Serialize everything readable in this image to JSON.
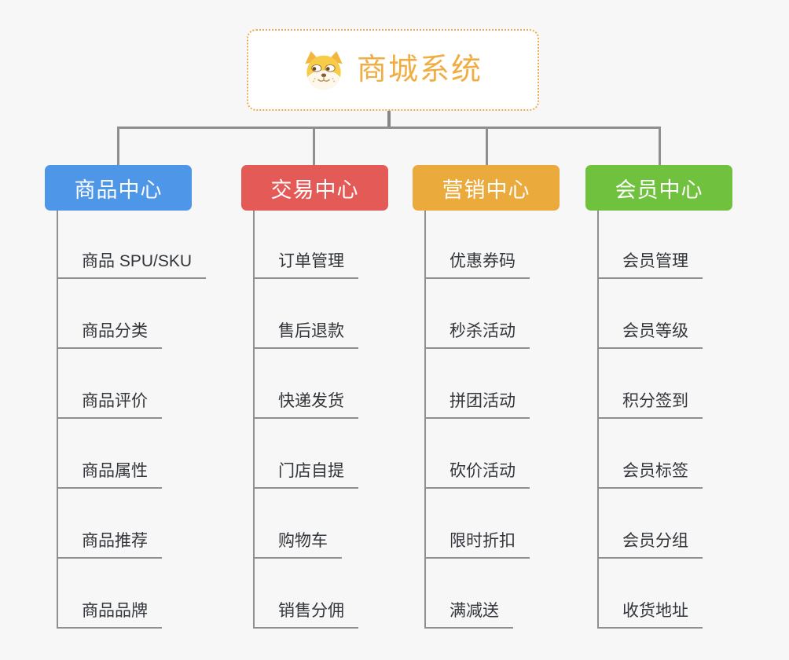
{
  "root": {
    "title": "商城系统"
  },
  "branches": [
    {
      "label": "商品中心",
      "color": "#4d96e8",
      "children": [
        "商品 SPU/SKU",
        "商品分类",
        "商品评价",
        "商品属性",
        "商品推荐",
        "商品品牌"
      ]
    },
    {
      "label": "交易中心",
      "color": "#e35a57",
      "children": [
        "订单管理",
        "售后退款",
        "快递发货",
        "门店自提",
        "购物车",
        "销售分佣"
      ]
    },
    {
      "label": "营销中心",
      "color": "#ebaa3c",
      "children": [
        "优惠券码",
        "秒杀活动",
        "拼团活动",
        "砍价活动",
        "限时折扣",
        "满减送"
      ]
    },
    {
      "label": "会员中心",
      "color": "#70c13d",
      "children": [
        "会员管理",
        "会员等级",
        "积分签到",
        "会员标签",
        "会员分组",
        "收货地址"
      ]
    }
  ],
  "style": {
    "background": "#f7f7f7",
    "root_border": "#efa852",
    "root_title_color": "#efad43",
    "connector_color": "#8f8f8f",
    "leaf_text_color": "#32353a"
  }
}
